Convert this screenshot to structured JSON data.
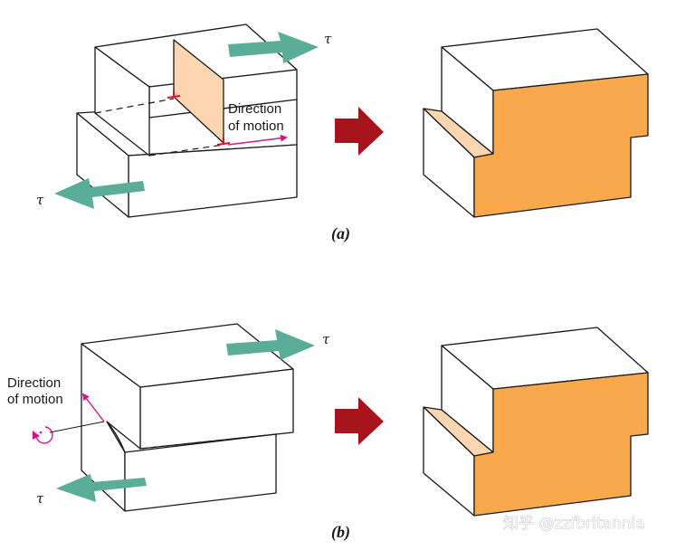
{
  "labels": {
    "tau": "τ",
    "direction_line1": "Direction",
    "direction_line2": "of motion",
    "panel_a": "(a)",
    "panel_b": "(b)",
    "watermark": "知乎 @zzfbritannia"
  },
  "colors": {
    "shear_arrow": "#5aae98",
    "result_arrow": "#a8141c",
    "slip_face": "#f9a94b",
    "slip_plane": "#fcd6b0",
    "motion_arrow": "#d0178a"
  }
}
